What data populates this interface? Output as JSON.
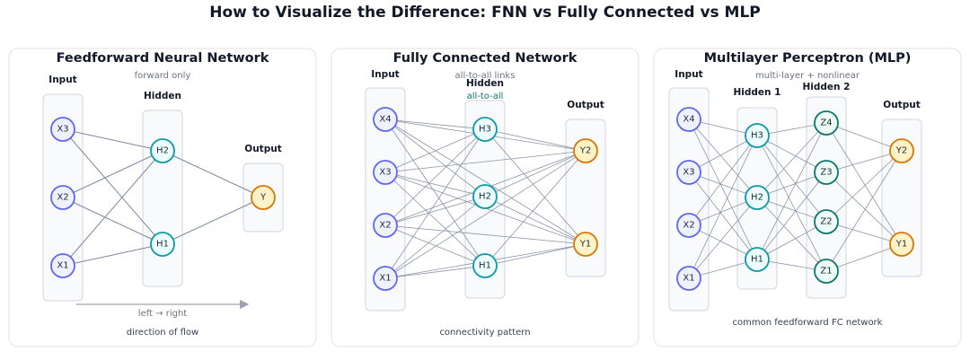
{
  "title": "How to Visualize the Difference: FNN vs Fully Connected vs MLP",
  "colors": {
    "input_fill": "#eef2ff",
    "input_stroke": "#6366f1",
    "hidden_fill": "#ecfeff",
    "hidden_stroke": "#0e9aa7",
    "hidden2_fill": "#ecfdf5",
    "hidden2_stroke": "#0f766e",
    "output_fill": "#fef3c7",
    "output_stroke": "#d97706"
  },
  "panels": {
    "fnn": {
      "title": "Feedforward Neural Network",
      "subtitle": "forward only",
      "input_label": "Input",
      "hidden_label": "Hidden",
      "output_label": "Output",
      "inputs": [
        "X3",
        "X2",
        "X1"
      ],
      "hidden": [
        "H2",
        "H1"
      ],
      "outputs": [
        "Y"
      ],
      "arrow_label": "left → right",
      "caption": "direction of flow"
    },
    "fc": {
      "title": "Fully Connected Network",
      "subtitle": "all-to-all links",
      "input_label": "Input",
      "hidden_label": "Hidden",
      "hidden_sublabel": "all-to-all",
      "output_label": "Output",
      "inputs": [
        "X4",
        "X3",
        "X2",
        "X1"
      ],
      "hidden": [
        "H3",
        "H2",
        "H1"
      ],
      "outputs": [
        "Y2",
        "Y1"
      ],
      "caption": "connectivity pattern"
    },
    "mlp": {
      "title": "Multilayer Perceptron (MLP)",
      "subtitle": "multi-layer + nonlinear",
      "input_label": "Input",
      "hidden1_label": "Hidden 1",
      "hidden2_label": "Hidden 2",
      "output_label": "Output",
      "inputs": [
        "X4",
        "X3",
        "X2",
        "X1"
      ],
      "hidden1": [
        "H3",
        "H2",
        "H1"
      ],
      "hidden2": [
        "Z4",
        "Z3",
        "Z2",
        "Z1"
      ],
      "outputs": [
        "Y2",
        "Y1"
      ],
      "caption": "common feedforward FC network"
    }
  }
}
